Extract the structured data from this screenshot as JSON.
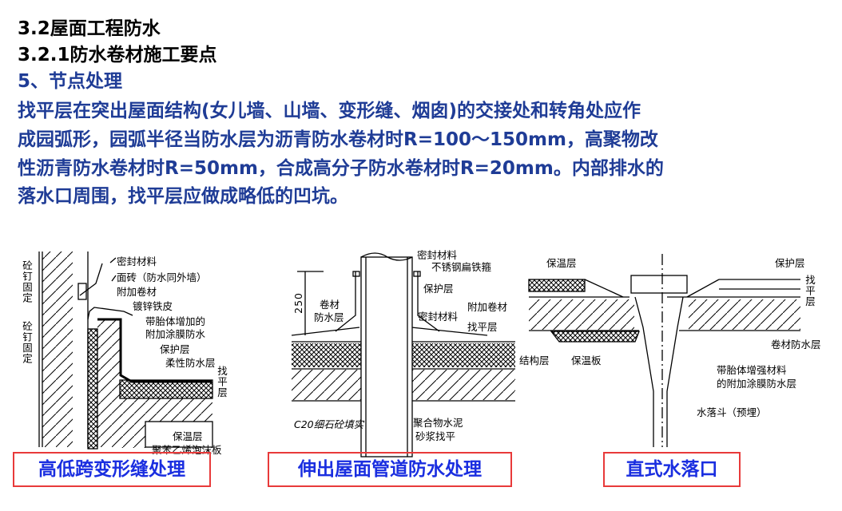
{
  "heading": {
    "section": "3.2屋面工程防水",
    "subsection": "3.2.1防水卷材施工要点",
    "item": "5、节点处理"
  },
  "paragraph": [
    "找平层在突出屋面结构(女儿墙、山墙、变形缝、烟囱)的交接处和转角处应作",
    "成园弧形，园弧半径当防水层为沥青防水卷材时R=100～150mm，高聚物改",
    "性沥青防水卷材时R=50mm，合成高分子防水卷材时R=20mm。内部排水的",
    "落水口周围，找平层应做成略低的凹坑。"
  ],
  "figures": [
    {
      "caption": "高低跨变形缝处理",
      "labels": [
        "密封材料",
        "面砖（防水同外墙）",
        "附加卷材",
        "镀锌铁皮",
        "带胎体增加的",
        "附加涂膜防水",
        "保护层",
        "柔性防水层",
        "找平层",
        "砼钉固定",
        "砼钉固定",
        "保温层",
        "聚苯乙烯泡沫板"
      ]
    },
    {
      "caption": "伸出屋面管道防水处理",
      "labels": [
        "密封材料",
        "不锈钢扁铁箍",
        "保护层",
        "250",
        "卷材",
        "防水层",
        "附加卷材",
        "密封材料",
        "找平层",
        "C20细石砼填实",
        "聚合物水泥",
        "砂浆找平"
      ]
    },
    {
      "caption": "直式水落口",
      "labels": [
        "保温层",
        "保护层",
        "找平层",
        "卷材防水层",
        "结构层",
        "保温板",
        "带胎体增强材料",
        "的附加涂膜防水层",
        "水落斗（预埋）"
      ]
    }
  ],
  "colors": {
    "heading": "#000000",
    "paragraph": "#1f3c96",
    "caption_text": "#1a2ee0",
    "caption_border": "#e83a3a"
  }
}
